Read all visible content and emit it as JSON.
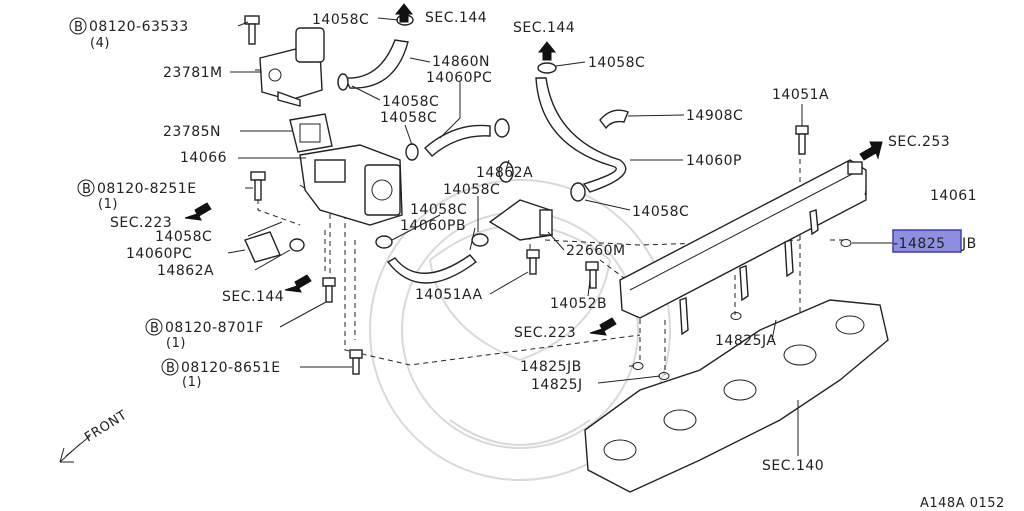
{
  "callouts": {
    "b1_code": "08120-63533",
    "b1_qty": "(4)",
    "b2_code": "08120-8251E",
    "b2_qty": "(1)",
    "b3_code": "08120-8701F",
    "b3_qty": "(1)",
    "b4_code": "08120-8651E",
    "b4_qty": "(1)",
    "bolt_symbol": "B",
    "p23781m": "23781M",
    "p23785n": "23785N",
    "p14066": "14066",
    "p14058c_a": "14058C",
    "sec144_a": "SEC.144",
    "p14860n": "14860N",
    "p14060pc_a": "14060PC",
    "p14058c_b": "14058C",
    "p14058c_c": "14058C",
    "sec144_b": "SEC.144",
    "p14058c_d": "14058C",
    "p14908c": "14908C",
    "p14051a": "14051A",
    "sec253": "SEC.253",
    "p14060p": "14060P",
    "p14061": "14061",
    "p14862a_a": "14862A",
    "p14058c_e": "14058C",
    "p14058c_f": "14058C",
    "p14058c_g": "14058C",
    "p14060pb": "14060PB",
    "p22660m": "22660M",
    "sec223_a": "SEC.223",
    "p14058c_h": "14058C",
    "p14060pc_b": "14060PC",
    "p14862a_b": "14862A",
    "sec144_c": "SEC.144",
    "p14051aa": "14051AA",
    "p14052b": "14052B",
    "p14825jb_highlight": "-14825",
    "p14825jb_suffix": "JB",
    "sec223_b": "SEC.223",
    "p14825ja": "14825JA",
    "p14825jb": "14825JB",
    "p14825j": "14825J",
    "sec140": "SEC.140",
    "front": "FRONT",
    "figure_id": "A148A 0152"
  },
  "colors": {
    "highlight": "#8e8fe0",
    "highlight_border": "#3d3fb0",
    "ink": "#222222"
  }
}
